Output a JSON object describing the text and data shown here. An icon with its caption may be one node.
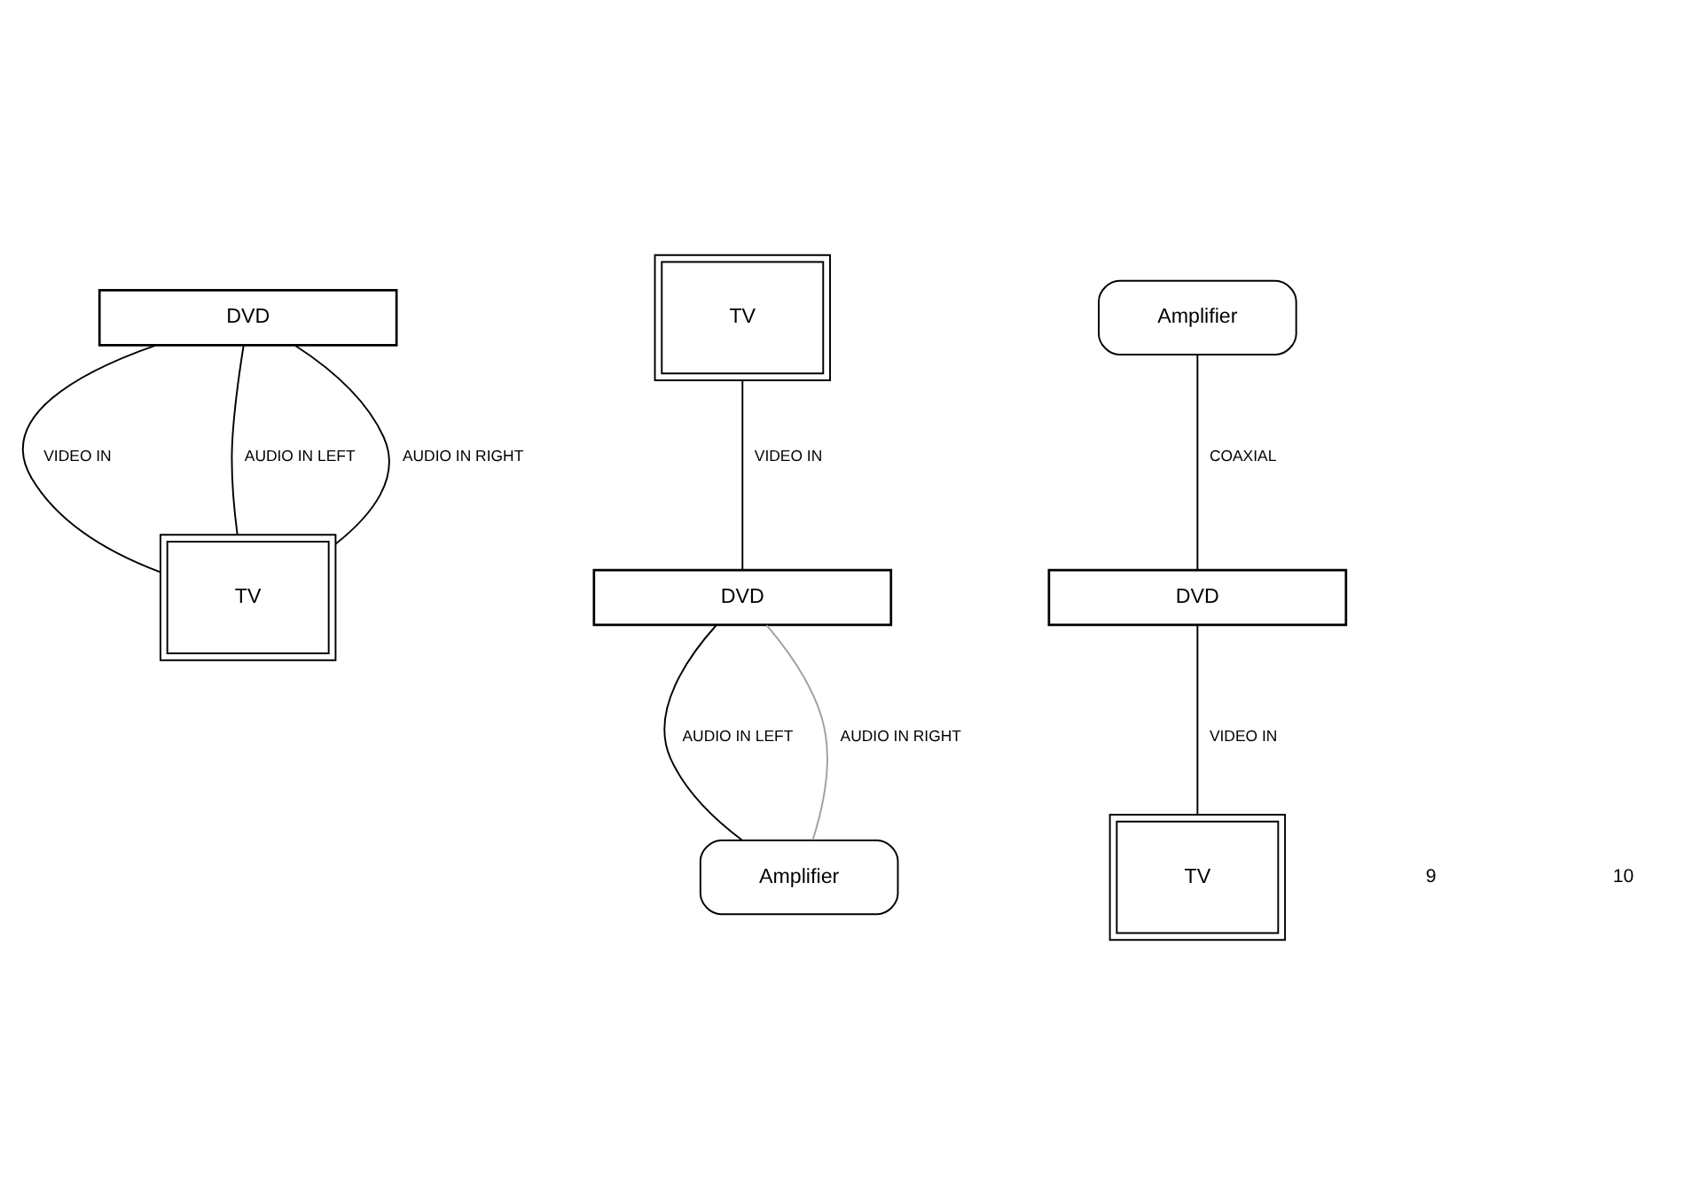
{
  "diagram": {
    "nodes": [
      {
        "text": [
          "DVD"
        ]
      },
      {
        "text": [
          "TV"
        ]
      },
      {
        "text": [
          "TV"
        ]
      },
      {
        "text": [
          "DVD"
        ]
      },
      {
        "text": [
          "Amplifier"
        ]
      },
      {
        "text": [
          "Amplifier"
        ]
      },
      {
        "text": [
          "DVD"
        ]
      },
      {
        "text": [
          "TV"
        ]
      }
    ],
    "edges": [
      {
        "from": 0,
        "to": 1,
        "arrow": "none",
        "label": "VIDEO IN"
      },
      {
        "from": 0,
        "to": 1,
        "arrow": "none",
        "label": "AUDIO IN LEFT"
      },
      {
        "from": 0,
        "to": 1,
        "arrow": "none",
        "label": "AUDIO IN RIGHT"
      },
      {
        "from": 2,
        "to": 3,
        "arrow": "none",
        "label": "VIDEO IN"
      },
      {
        "from": 3,
        "to": 4,
        "arrow": "none",
        "label": "AUDIO IN LEFT"
      },
      {
        "from": 3,
        "to": 4,
        "arrow": "none",
        "label": "AUDIO IN RIGHT",
        "color": "#a0a0a0"
      },
      {
        "from": 5,
        "to": 6,
        "arrow": "none",
        "label": "COAXIAL"
      },
      {
        "from": 6,
        "to": 7,
        "arrow": "none",
        "label": "VIDEO IN"
      }
    ],
    "labels": [
      "9",
      "10"
    ]
  }
}
